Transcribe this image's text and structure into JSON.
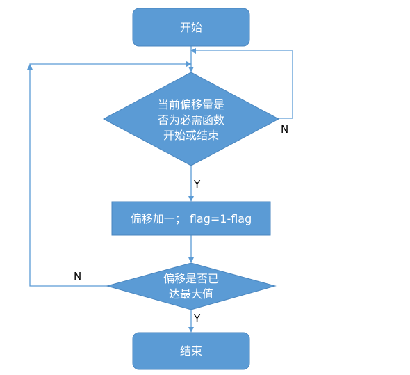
{
  "nodes": {
    "start": {
      "label": "开始"
    },
    "decision_offset": {
      "lines": [
        "当前偏移量是",
        "否为必需函数",
        "开始或结束"
      ]
    },
    "process_increment": {
      "label": "偏移加一；  flag=1-flag"
    },
    "decision_max": {
      "lines": [
        "偏移是否已",
        "达最大值"
      ]
    },
    "end": {
      "label": "结束"
    }
  },
  "edges": {
    "decision_offset_no": {
      "label": "N"
    },
    "decision_offset_yes": {
      "label": "Y"
    },
    "decision_max_no": {
      "label": "N"
    },
    "decision_max_yes": {
      "label": "Y"
    }
  },
  "colors": {
    "node_fill": "#5b9bd5",
    "node_stroke": "#4a86bf",
    "connector": "#5b9bd5",
    "node_text": "#ffffff",
    "edge_label": "#000000"
  }
}
